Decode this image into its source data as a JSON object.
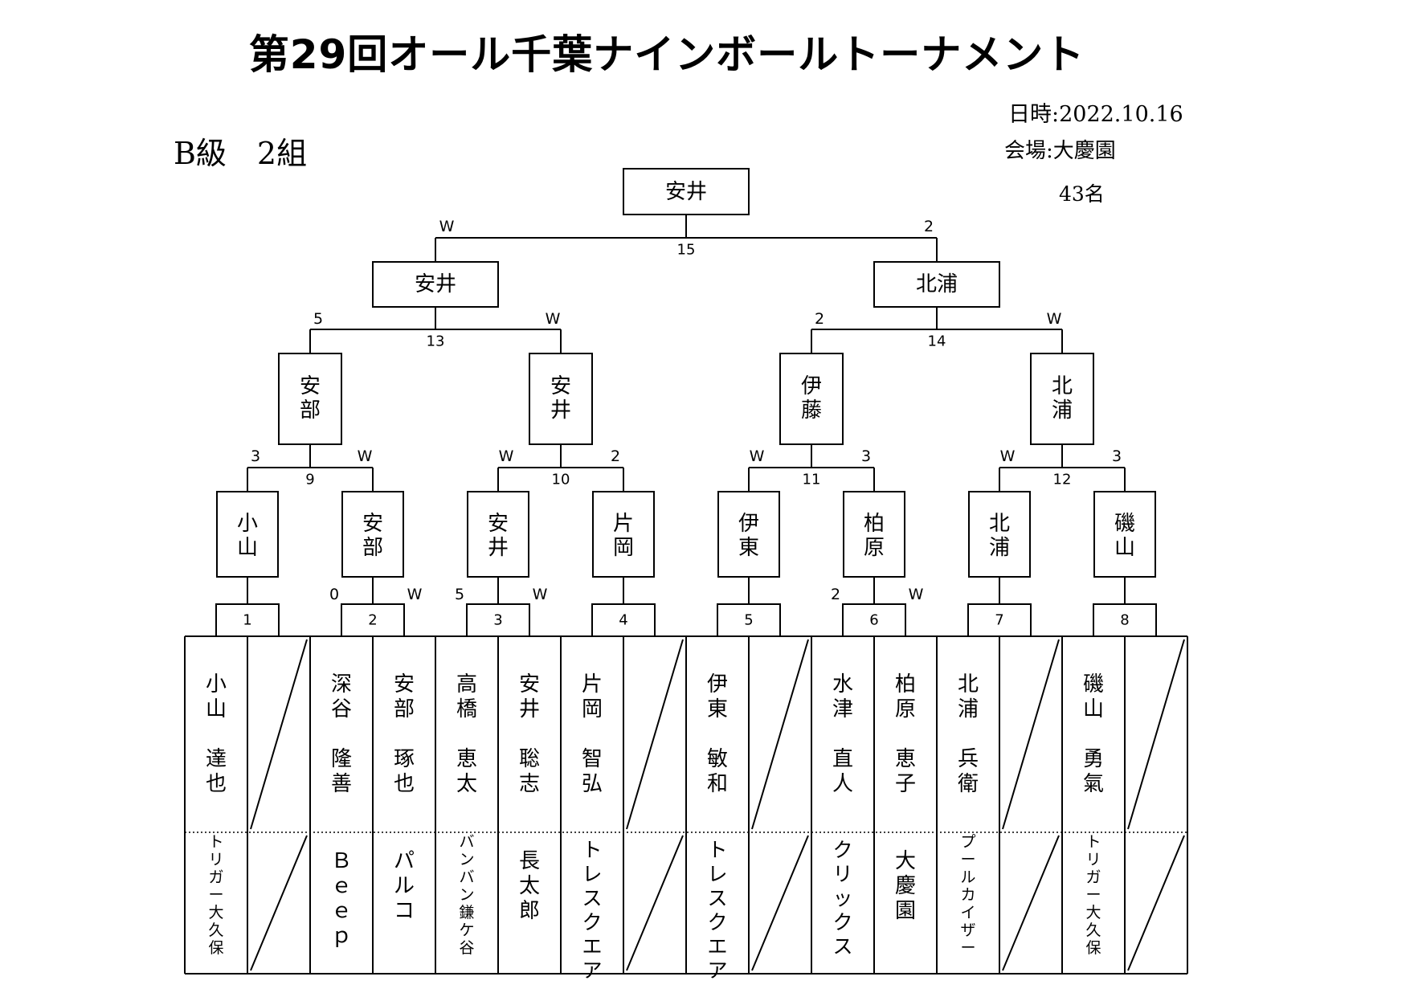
{
  "title": "第29回オール千葉ナインボールトーナメント",
  "class_label": "B級　2組",
  "info": {
    "date": "日時:2022.10.16",
    "venue": "会場:大慶園",
    "count": "43名"
  },
  "champion": "安井",
  "final": {
    "left": "安井",
    "right": "北浦",
    "match_no": "15",
    "left_score": "W",
    "right_score": "2"
  },
  "semis": [
    {
      "match_no": "13",
      "left_score": "5",
      "right_score": "W",
      "left": "安部",
      "right": "安井"
    },
    {
      "match_no": "14",
      "left_score": "2",
      "right_score": "W",
      "left": "伊藤",
      "right": "北浦"
    }
  ],
  "quarters": [
    {
      "match_no": "9",
      "left_score": "3",
      "right_score": "W",
      "left": "小山",
      "right": "安部"
    },
    {
      "match_no": "10",
      "left_score": "W",
      "right_score": "2",
      "left": "安井",
      "right": "片岡"
    },
    {
      "match_no": "11",
      "left_score": "W",
      "right_score": "3",
      "left": "伊東",
      "right": "柏原"
    },
    {
      "match_no": "12",
      "left_score": "W",
      "right_score": "3",
      "left": "北浦",
      "right": "磯山"
    }
  ],
  "first_round": [
    {
      "match_no": "1",
      "left_score": "",
      "right_score": ""
    },
    {
      "match_no": "2",
      "left_score": "0",
      "right_score": "W"
    },
    {
      "match_no": "3",
      "left_score": "5",
      "right_score": "W"
    },
    {
      "match_no": "4",
      "left_score": "",
      "right_score": ""
    },
    {
      "match_no": "5",
      "left_score": "",
      "right_score": ""
    },
    {
      "match_no": "6",
      "left_score": "2",
      "right_score": "W"
    },
    {
      "match_no": "7",
      "left_score": "",
      "right_score": ""
    },
    {
      "match_no": "8",
      "left_score": "",
      "right_score": ""
    }
  ],
  "players": [
    {
      "name": "小山　達也",
      "club": "トリガー大久保",
      "bye": false
    },
    {
      "name": "",
      "club": "",
      "bye": true
    },
    {
      "name": "深谷　隆善",
      "club": "Ｂｅｅｐ",
      "bye": false
    },
    {
      "name": "安部　琢也",
      "club": "パルコ",
      "bye": false
    },
    {
      "name": "高橋　恵太",
      "club": "バンバン鎌ケ谷",
      "bye": false
    },
    {
      "name": "安井　聡志",
      "club": "長太郎",
      "bye": false
    },
    {
      "name": "片岡　智弘",
      "club": "トレスクエア",
      "bye": false
    },
    {
      "name": "",
      "club": "",
      "bye": true
    },
    {
      "name": "伊東　敏和",
      "club": "トレスクエア",
      "bye": false
    },
    {
      "name": "",
      "club": "",
      "bye": true
    },
    {
      "name": "水津　直人",
      "club": "クリックス",
      "bye": false
    },
    {
      "name": "柏原　恵子",
      "club": "大慶園",
      "bye": false
    },
    {
      "name": "北浦　兵衛",
      "club": "プールカイザー",
      "bye": false
    },
    {
      "name": "",
      "club": "",
      "bye": true
    },
    {
      "name": "磯山　勇氣",
      "club": "トリガー大久保",
      "bye": false
    },
    {
      "name": "",
      "club": "",
      "bye": true
    }
  ]
}
